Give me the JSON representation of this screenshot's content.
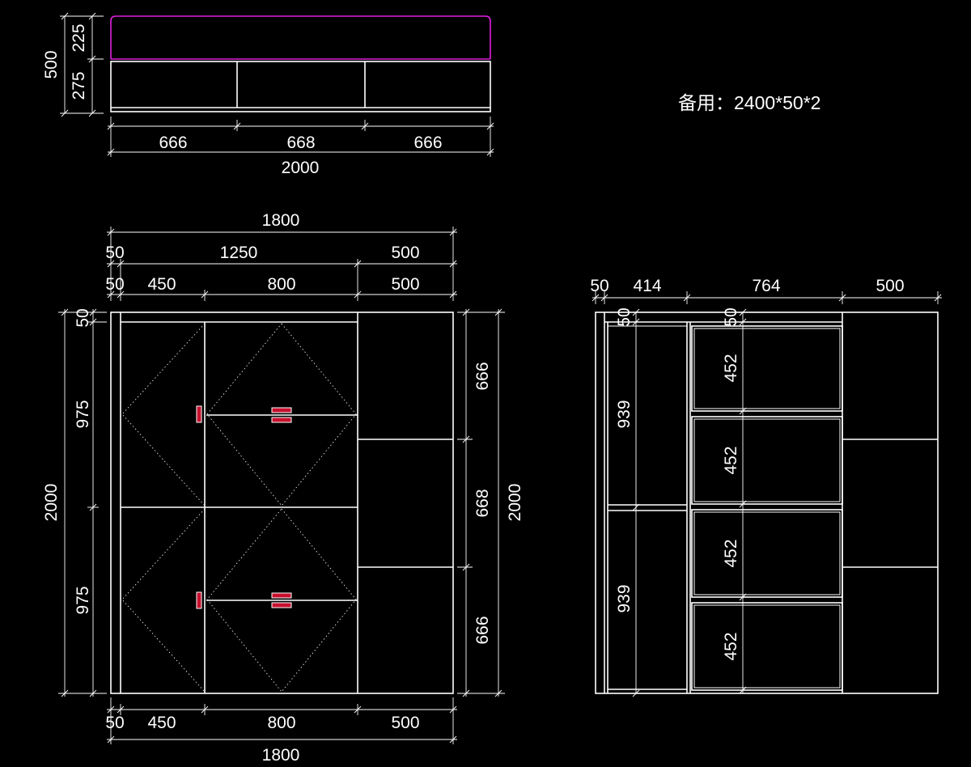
{
  "note": "备用：2400*50*2",
  "top_view": {
    "height_total": "500",
    "height_upper": "225",
    "height_lower": "275",
    "width_parts": [
      "666",
      "668",
      "666"
    ],
    "width_total": "2000"
  },
  "front_view": {
    "width_total": "1800",
    "row_a": [
      "50",
      "1250",
      "500"
    ],
    "row_b": [
      "50",
      "450",
      "800",
      "500"
    ],
    "bottom_row": [
      "50",
      "450",
      "800",
      "500"
    ],
    "bottom_total": "1800",
    "left_top": "50",
    "left_upper": "975",
    "left_lower": "975",
    "left_total": "2000",
    "right_parts": [
      "666",
      "668",
      "666"
    ],
    "right_total": "2000"
  },
  "side_view": {
    "width_parts": [
      "50",
      "414",
      "764",
      "500"
    ],
    "left_top": "50",
    "left_upper": "939",
    "left_lower": "939",
    "mid_top": "50",
    "shelves": [
      "452",
      "452",
      "452",
      "452"
    ]
  },
  "colors": {
    "background": "#000000",
    "lines": "#ffffff",
    "top_panel": "#e020e0",
    "handles": "#c8102e"
  }
}
